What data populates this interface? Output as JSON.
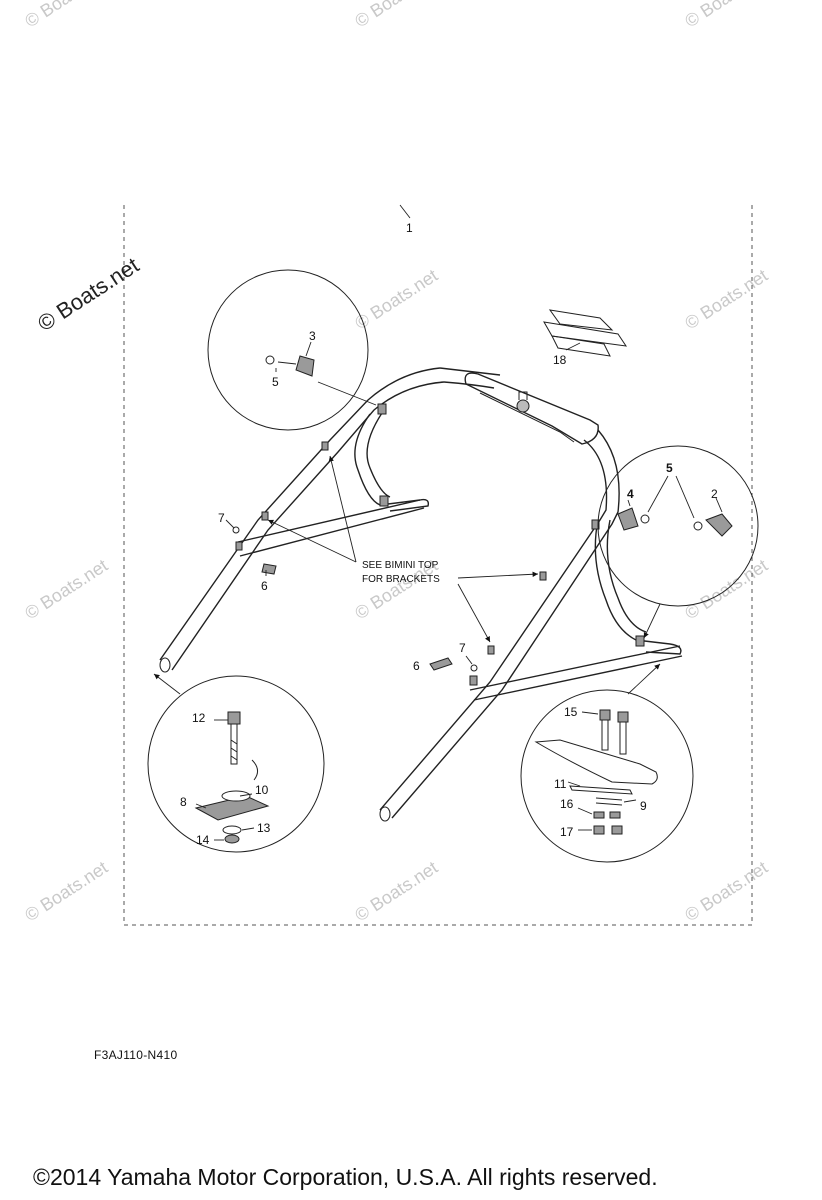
{
  "watermark": {
    "text": "© Boats.net",
    "logo_text": "© Boats.net"
  },
  "callouts": {
    "c1": "1",
    "c2": "2",
    "c3": "3",
    "c4": "4",
    "c5a": "5",
    "c5b": "5",
    "c6a": "6",
    "c6b": "6",
    "c7a": "7",
    "c7b": "7",
    "c8": "8",
    "c9": "9",
    "c10": "10",
    "c11": "11",
    "c12": "12",
    "c13": "13",
    "c14": "14",
    "c15": "15",
    "c16": "16",
    "c17": "17",
    "c18": "18"
  },
  "note": {
    "line1": "SEE BIMINI TOP",
    "line2": "FOR BRACKETS"
  },
  "drawing_code": "F3AJ110-N410",
  "copyright": "©2014 Yamaha Motor Corporation, U.S.A. All rights reserved."
}
